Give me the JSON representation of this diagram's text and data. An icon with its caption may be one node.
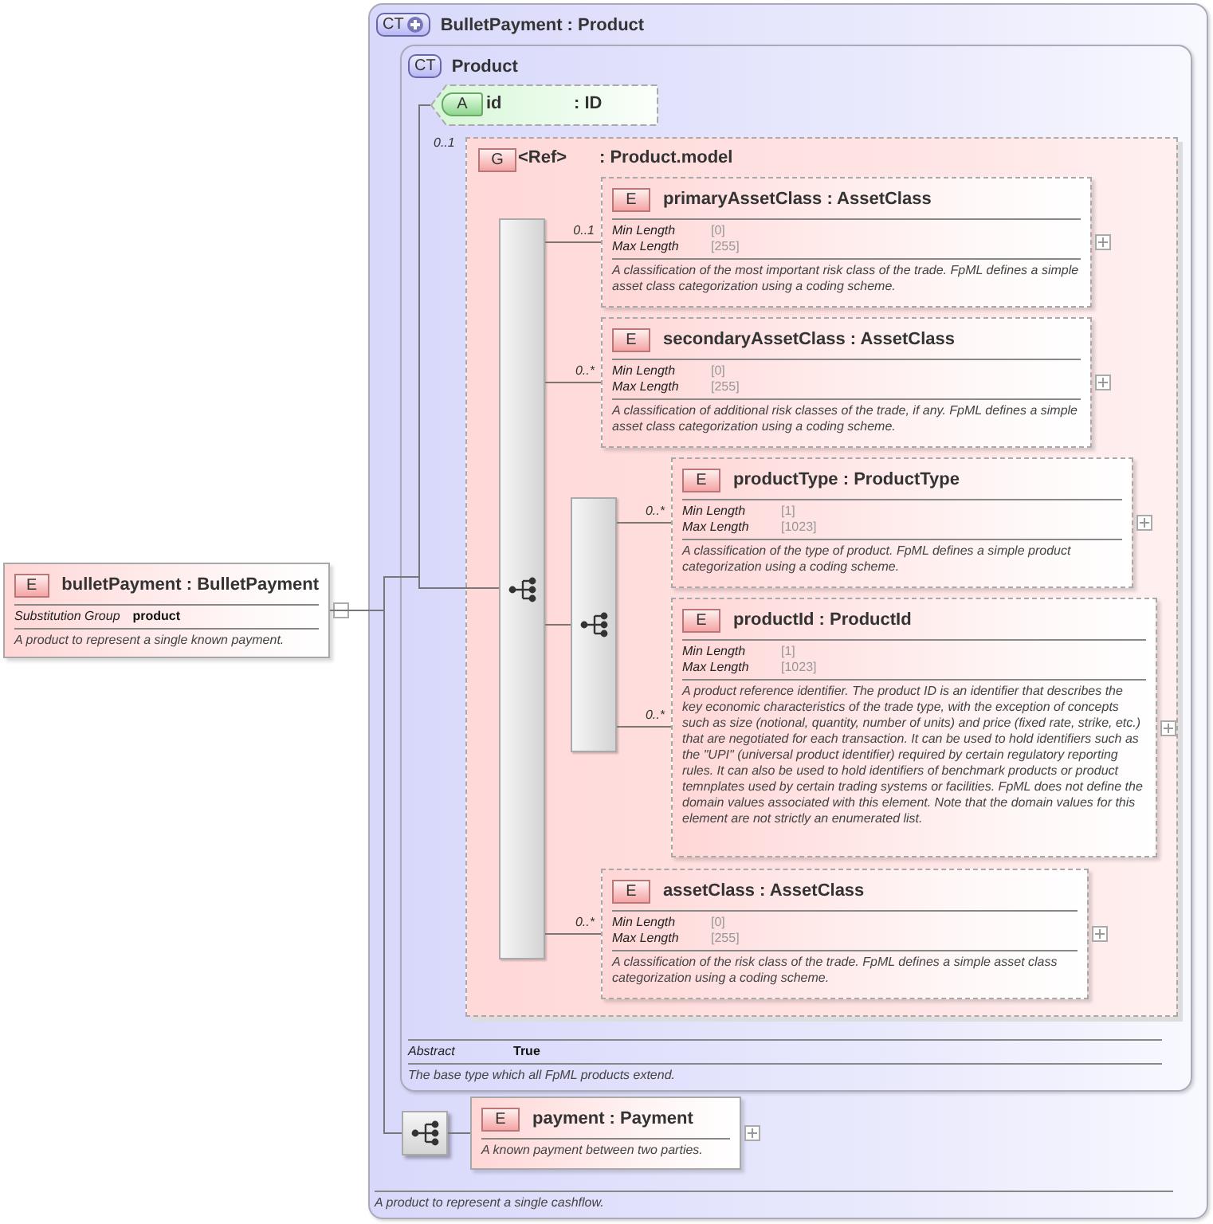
{
  "diagram": {
    "nodes": [
      {
        "text": [
          "E",
          "bulletPayment : BulletPayment",
          "Substitution Group",
          "product",
          "A product to represent a single known payment."
        ]
      },
      {
        "text": [
          "CT",
          "BulletPayment : Product",
          "A product to represent a single cashflow."
        ]
      },
      {
        "in": 1,
        "text": [
          "CT",
          "Product",
          "Abstract",
          "True",
          "The base type which all FpML products extend."
        ]
      },
      {
        "in": 2,
        "text": [
          "A",
          "id",
          ": ID"
        ]
      },
      {
        "in": 2,
        "text": [
          "G",
          "<Ref>",
          ": Product.model"
        ],
        "beside": [
          "0..1"
        ]
      },
      {
        "in": 4,
        "text": [],
        "shape": "bar"
      },
      {
        "in": 4,
        "text": [
          "E",
          "primaryAssetClass : AssetClass",
          "Min Length",
          "[0]",
          "Max Length",
          "[255]",
          "A classification of the most important risk class of the trade. FpML defines a simple asset class categorization using a coding scheme."
        ]
      },
      {
        "in": 4,
        "text": [
          "E",
          "secondaryAssetClass : AssetClass",
          "Min Length",
          "[0]",
          "Max Length",
          "[255]",
          "A classification of additional risk classes of the trade, if any. FpML defines a simple asset class categorization using a coding scheme."
        ]
      },
      {
        "in": 4,
        "text": [],
        "shape": "bar"
      },
      {
        "in": 4,
        "text": [
          "E",
          "productType : ProductType",
          "Min Length",
          "[1]",
          "Max Length",
          "[1023]",
          "A classification of the type of product. FpML defines a simple product categorization using a coding scheme."
        ]
      },
      {
        "in": 4,
        "text": [
          "E",
          "productId : ProductId",
          "Min Length",
          "[1]",
          "Max Length",
          "[1023]",
          "A product reference identifier. The product ID is an identifier that describes the key economic characteristics of the trade type, with the exception of concepts such as size (notional, quantity, number of units) and price (fixed rate, strike, etc.) that are negotiated for each transaction. It can be used to hold identifiers such as the \"UPI\" (universal product identifier) required by certain regulatory reporting rules. It can also be used to hold identifiers of benchmark products or product temnplates used by certain trading systems or facilities. FpML does not define the domain values associated with this element. Note that the domain values for this element are not strictly an enumerated list."
        ]
      },
      {
        "in": 4,
        "text": [
          "E",
          "assetClass : AssetClass",
          "Min Length",
          "[0]",
          "Max Length",
          "[255]",
          "A classification of the risk class of the trade. FpML defines a simple asset class categorization using a coding scheme."
        ]
      },
      {
        "in": 1,
        "text": [],
        "shape": "box"
      },
      {
        "in": 1,
        "text": [
          "E",
          "payment : Payment",
          "A known payment between two parties."
        ]
      }
    ],
    "edges": [
      {
        "from": 0,
        "to": 3,
        "arrow": "none"
      },
      {
        "from": 0,
        "to": 4,
        "arrow": "none"
      },
      {
        "from": 4,
        "to": 5,
        "arrow": "none"
      },
      {
        "from": 5,
        "to": 6,
        "arrow": "none",
        "label": "0..1"
      },
      {
        "from": 5,
        "to": 7,
        "arrow": "none",
        "label": "0..*"
      },
      {
        "from": 5,
        "to": 8,
        "arrow": "none"
      },
      {
        "from": 8,
        "to": 9,
        "arrow": "none",
        "label": "0..*"
      },
      {
        "from": 8,
        "to": 10,
        "arrow": "none",
        "label": "0..*"
      },
      {
        "from": 5,
        "to": 11,
        "arrow": "none",
        "label": "0..*"
      },
      {
        "from": 0,
        "to": 12,
        "arrow": "none"
      },
      {
        "from": 12,
        "to": 13,
        "arrow": "none"
      }
    ]
  }
}
